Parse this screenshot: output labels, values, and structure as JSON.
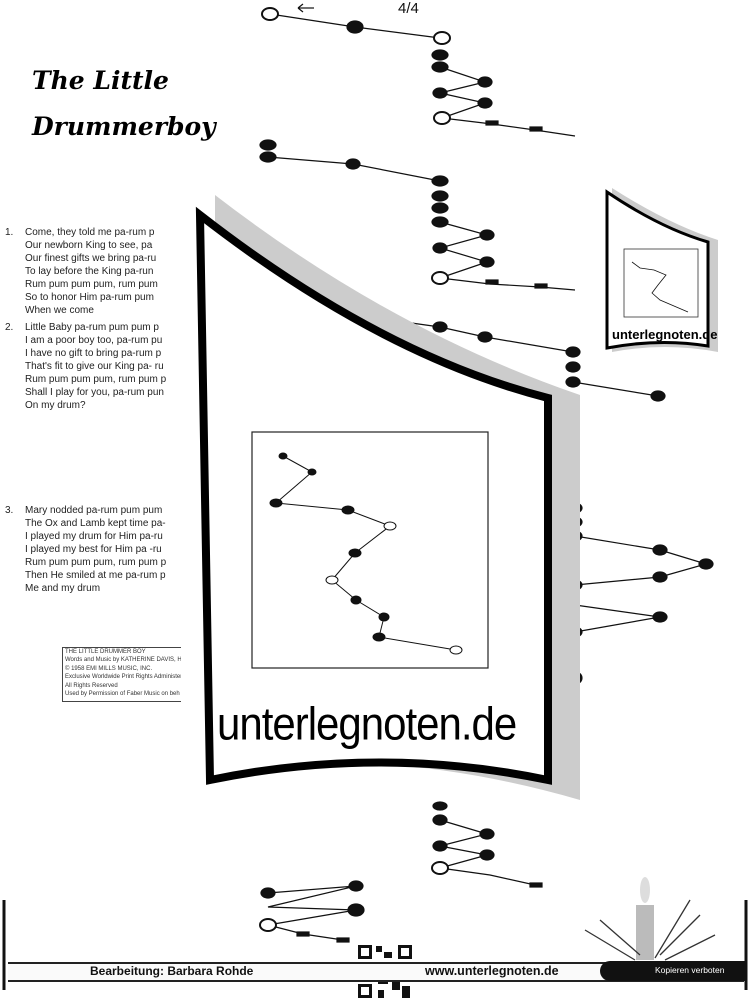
{
  "header": {
    "page_number": "4/4",
    "title_line1": "The Little",
    "title_line2": "Drummerboy"
  },
  "verses": [
    {
      "number": "1.",
      "lines": [
        "Come, they told me pa-rum p",
        "Our newborn King to see, pa",
        "Our finest gifts we bring pa-ru",
        "To lay before the King pa-run",
        "Rum pum pum pum, rum pum",
        "So to honor Him pa-rum pum",
        "When we come"
      ]
    },
    {
      "number": "2.",
      "lines": [
        "Little Baby pa-rum pum pum p",
        "I am a poor boy too, pa-rum pu",
        "I have no gift to bring pa-rum p",
        "That's fit to give our King pa- ru",
        "Rum pum pum pum, rum pum p",
        "Shall I play for you, pa-rum pun",
        "On my drum?"
      ]
    },
    {
      "number": "3.",
      "lines": [
        "Mary nodded pa-rum pum pum",
        "The Ox and Lamb kept time pa-",
        "I played my drum for Him pa-ru",
        "I played my best for Him pa -ru",
        "Rum pum pum pum, rum pum p",
        "Then He smiled at me pa-rum p",
        "Me and my drum"
      ]
    }
  ],
  "copyright": [
    "THE LITTLE DRUMMER BOY",
    "Words and Music by KATHERINE DAVIS, H",
    "© 1958 EMI MILLS MUSIC, INC.",
    "Exclusive Worldwide Print Rights Administer",
    "All Rights Reserved",
    "Used by Permission of Faber Music on beh"
  ],
  "watermark": {
    "large": "unterlegnoten.de",
    "small": "unterlegnoten.de"
  },
  "footer": {
    "arranger": "Bearbeitung: Barbara Rohde",
    "website": "www.unterlegnoten.de",
    "notice": "Kopieren verboten"
  }
}
